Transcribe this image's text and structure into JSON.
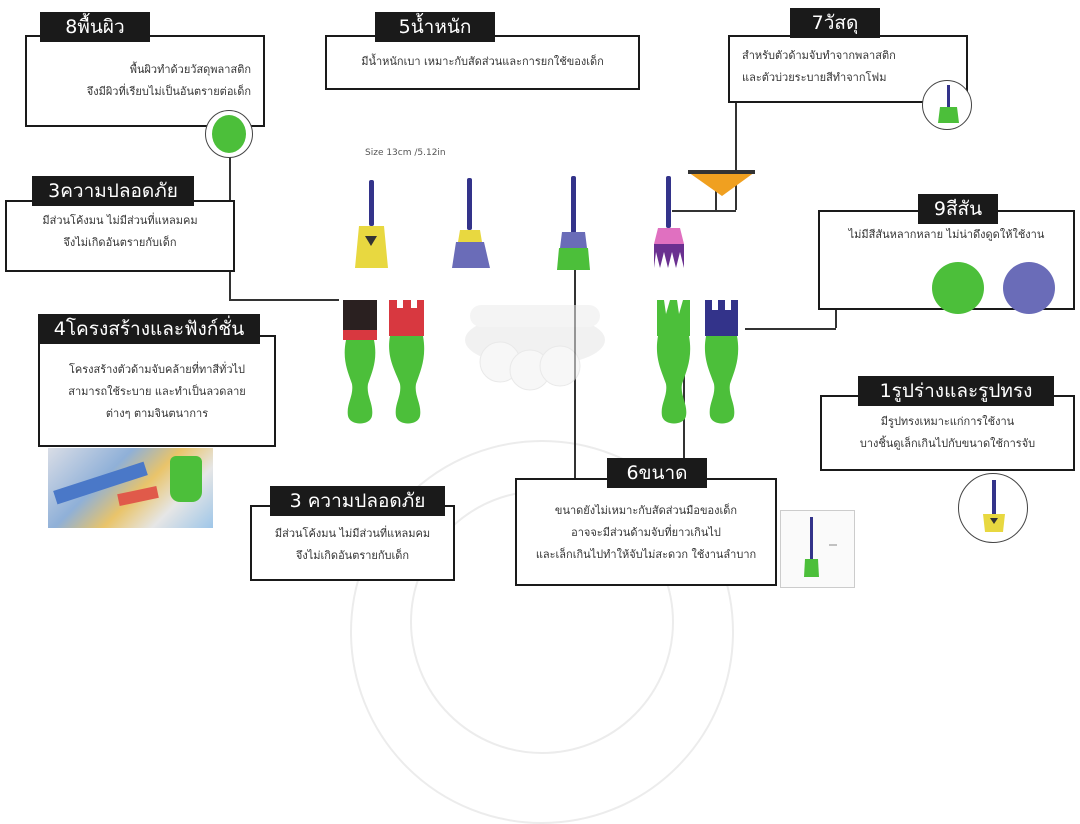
{
  "size_label": "Size 13cm /5.12in",
  "callouts": {
    "surface": {
      "title": "8พื้นผิว",
      "text": [
        "พื้นผิวทำด้วยวัสดุพลาสติก",
        "จึงมีผิวที่เรียบไม่เป็นอันตรายต่อเด็ก"
      ]
    },
    "weight": {
      "title": "5น้ำหนัก",
      "text": [
        "มีน้ำหนักเบา เหมาะกับสัดส่วนและการยกใช้ของเด็ก"
      ]
    },
    "material": {
      "title": "7วัสดุ",
      "text": [
        "สำหรับตัวด้ามจับทำจากพลาสติก",
        "และตัวบ่วยระบายสีทำจากโฟม"
      ]
    },
    "safety_top": {
      "title": "3ความปลอดภัย",
      "text": [
        "มีส่วนโค้งมน ไม่มีส่วนที่แหลมคม",
        "จึงไม่เกิดอันตรายกับเด็ก"
      ]
    },
    "colors": {
      "title": "9สีสัน",
      "text": [
        "ไม่มีสีสันหลากหลาย ไม่น่าดึงดูดให้ใช้งาน"
      ]
    },
    "structure": {
      "title": "4โครงสร้างและฟังก์ชั่น",
      "text": [
        "โครงสร้างตัวด้ามจับคล้ายที่ทาสีทั่วไป",
        "สามารถใช้ระบาย และทำเป็นลวดลาย",
        "ต่างๆ ตามจินตนาการ"
      ]
    },
    "shape": {
      "title": "1รูปร่างและรูปทรง",
      "text": [
        "มีรูปทรงเหมาะแก่การใช้งาน",
        "บางชิ้นดูเล็กเกินไปกับขนาดใช้การจับ"
      ]
    },
    "safety_bot": {
      "title": "3 ความปลอดภัย",
      "text": [
        "มีส่วนโค้งมน ไม่มีส่วนที่แหลมคม",
        "จึงไม่เกิดอันตรายกับเด็ก"
      ]
    },
    "size": {
      "title": "6ขนาด",
      "text": [
        "ขนาดยังไม่เหมาะกับสัดส่วนมือของเด็ก",
        "อาจจะมีส่วนด้ามจับที่ยาวเกินไป",
        "และเล็กเกินไปทำให้จับไม่สะดวก ใช้งานลำบาก"
      ]
    }
  },
  "colors": {
    "green": "#4cbf3a",
    "purple": "#6a6cb8",
    "navy": "#33338a",
    "yellow": "#e8d840",
    "pink": "#e070c0",
    "red": "#d83840",
    "orange": "#f0a020"
  }
}
